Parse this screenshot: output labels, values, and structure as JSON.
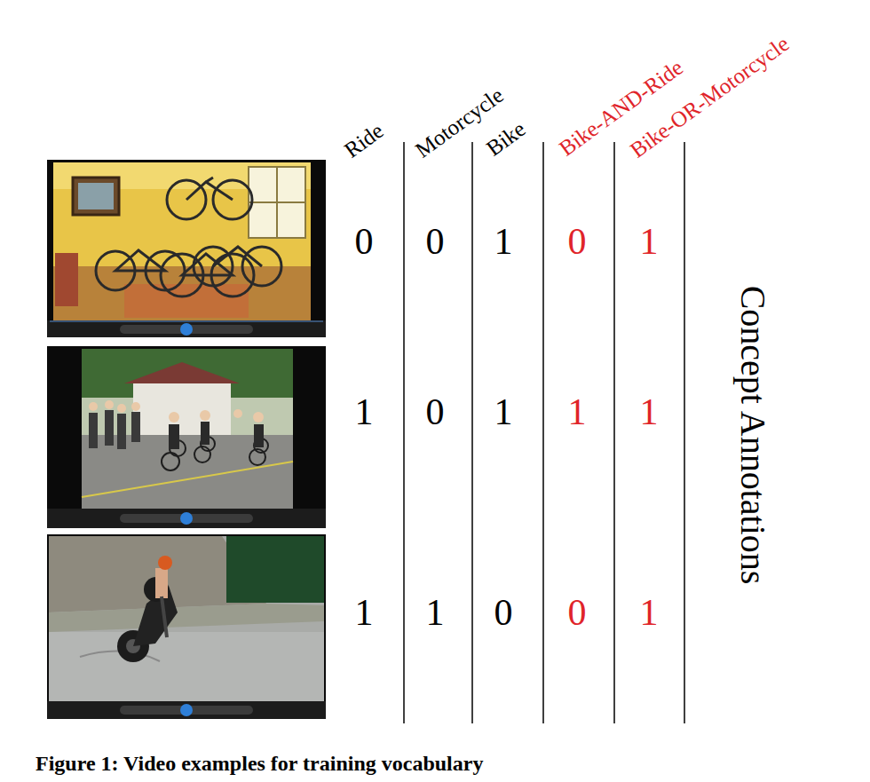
{
  "diagram": {
    "caption": "Figure 1: Video examples for training vocabulary",
    "labels": [
      "Ride",
      "Motorcycle",
      "Bike",
      "Bike-AND-Ride",
      "Bike-OR-Motorcycle",
      "0",
      "0",
      "1",
      "0",
      "1",
      "1",
      "0",
      "1",
      "1",
      "1",
      "1",
      "1",
      "0",
      "0",
      "1",
      "Concept Annotations"
    ]
  }
}
